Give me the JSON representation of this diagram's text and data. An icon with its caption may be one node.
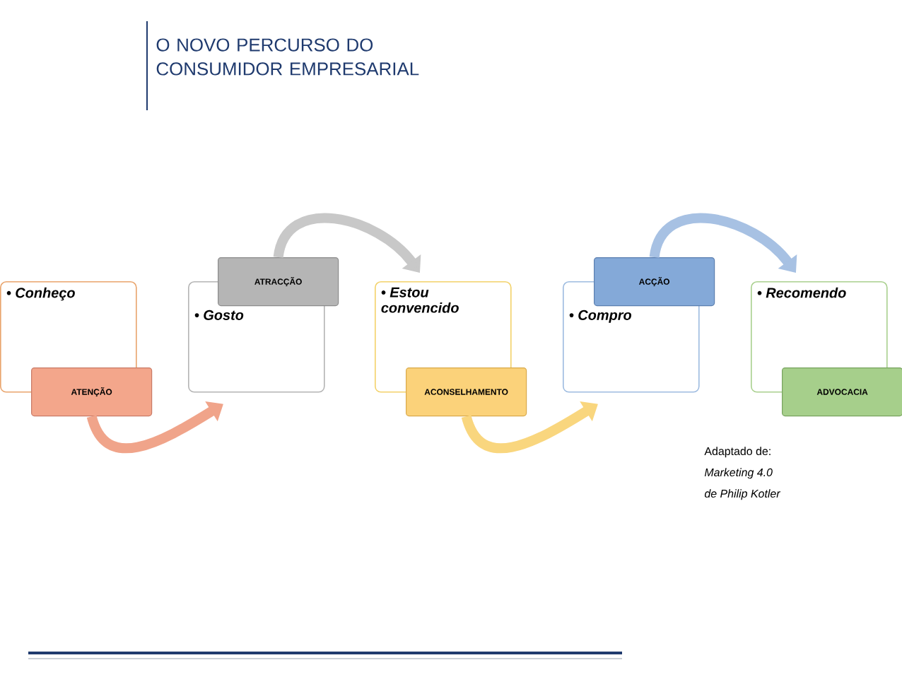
{
  "diagram": {
    "title": "O NOVO PERCURSO DO CONSUMIDOR EMPRESARIAL",
    "nodes": [
      {
        "text": [
          "• Conheço"
        ]
      },
      {
        "text": [
          "ATENÇÃO"
        ]
      },
      {
        "text": [
          "ATRACÇÃO"
        ]
      },
      {
        "text": [
          "• Gosto"
        ]
      },
      {
        "text": [
          "• Estou convencido"
        ]
      },
      {
        "text": [
          "ACONSELHAMENTO"
        ]
      },
      {
        "text": [
          "ACÇÃO"
        ]
      },
      {
        "text": [
          "• Compro"
        ]
      },
      {
        "text": [
          "• Recomendo"
        ]
      },
      {
        "text": [
          "ADVOCACIA"
        ]
      }
    ],
    "edges": [
      {
        "from": 1,
        "to": 3,
        "arrow": "to",
        "color": "#f0a48a"
      },
      {
        "from": 2,
        "to": 4,
        "arrow": "to",
        "color": "#c8c8c8"
      },
      {
        "from": 5,
        "to": 7,
        "arrow": "to",
        "color": "#f9d67e"
      },
      {
        "from": 6,
        "to": 8,
        "arrow": "to",
        "color": "#a7c1e3"
      }
    ],
    "labels": [
      "Adaptado de:",
      "Marketing 4.0",
      "de Philip Kotler"
    ]
  }
}
